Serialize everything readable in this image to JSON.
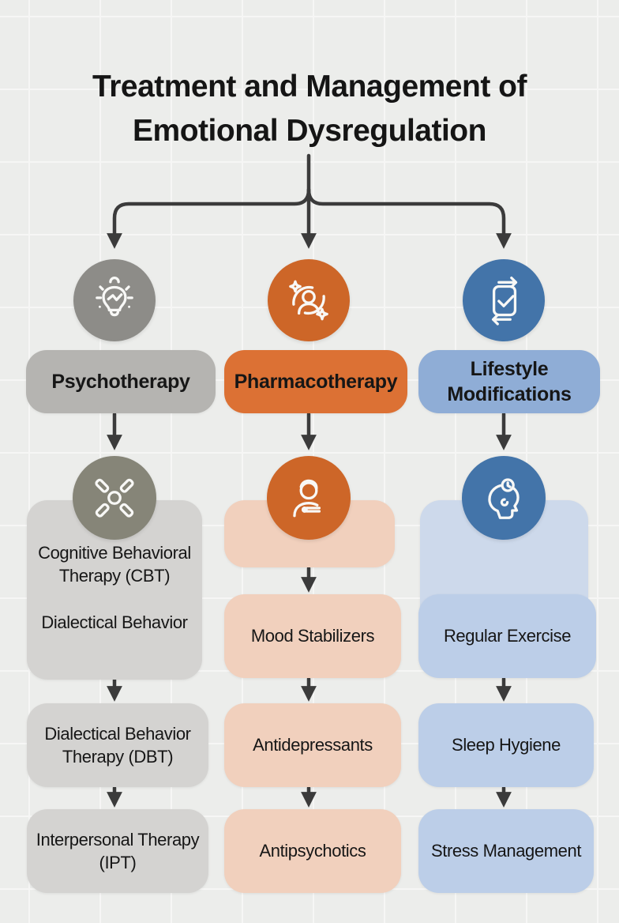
{
  "title": "Treatment and Management of Emotional Dysregulation",
  "colors": {
    "background": "#ecedeb",
    "connector": "#3b3b3b",
    "psychotherapy_circle": "#8d8c88",
    "psychotherapy_header_bg": "#b5b4b1",
    "psychotherapy_box_bg": "#d4d3d1",
    "pharmacotherapy_circle": "#cd6628",
    "pharmacotherapy_header_bg": "#dc7134",
    "pharmacotherapy_box_bg": "#f1d0bd",
    "lifestyle_circle": "#4374a9",
    "lifestyle_header_bg": "#8fadd6",
    "lifestyle_box_bg": "#bccee8"
  },
  "columns": [
    {
      "header": "Psychotherapy",
      "top_icon": "lightbulb-insight-icon",
      "branch_icon": "therapy-tools-icon",
      "tall_box_labels": [
        "Cognitive Behavioral Therapy (CBT)",
        "Dialectical Behavior"
      ],
      "boxes": [
        "Dialectical Behavior Therapy (DBT)",
        "Interpersonal Therapy (IPT)"
      ]
    },
    {
      "header": "Pharmacotherapy",
      "top_icon": "person-refresh-icon",
      "branch_icon": "person-medication-icon",
      "tall_box_labels": [],
      "boxes": [
        "Mood Stabilizers",
        "Antidepressants",
        "Antipsychotics"
      ]
    },
    {
      "header": "Lifestyle Modifications",
      "top_icon": "sync-checklist-icon",
      "branch_icon": "mind-clock-icon",
      "overlay_box": "Regular Exercise",
      "boxes": [
        "Sleep Hygiene",
        "Stress Management"
      ]
    }
  ]
}
